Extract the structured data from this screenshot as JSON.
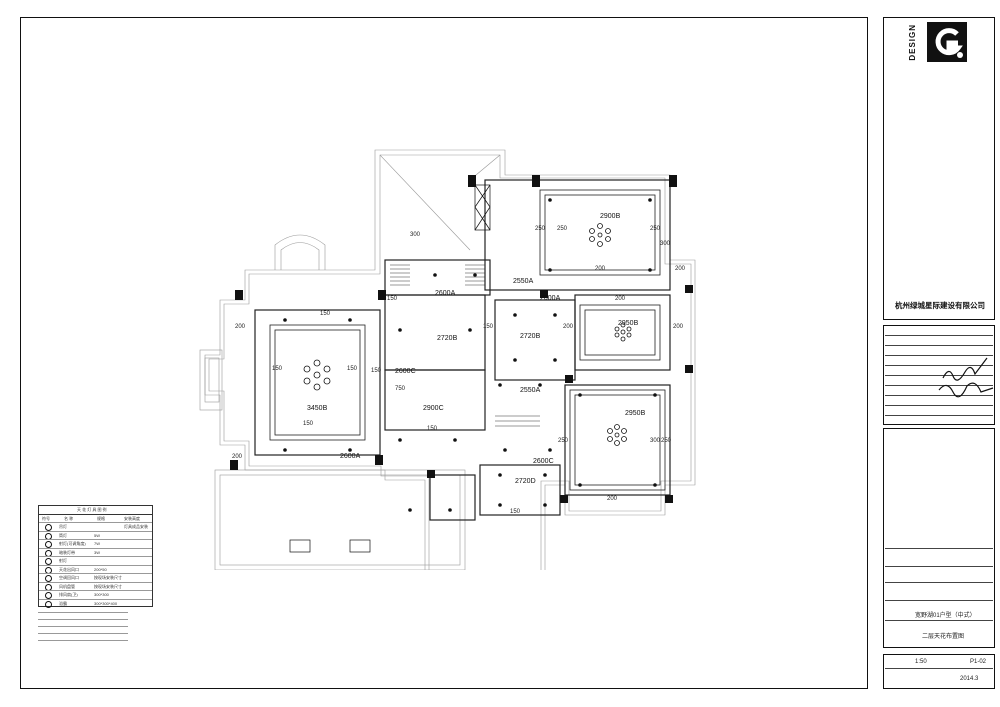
{
  "title_block": {
    "logo_text": "DESIGN",
    "company": "杭州绿城星际建设有限公司",
    "project_name": "宽野湖01户型（中式）",
    "drawing_name": "二层天花布置图",
    "scale": "1:50",
    "drawing_no": "P1-02",
    "date": "2014.3"
  },
  "legend": {
    "title": "天 花 灯 具 图 例",
    "headers": [
      "符号",
      "名 称",
      "规格",
      "安装高度"
    ],
    "rows": [
      [
        "吊灯",
        "",
        "灯具成品安装"
      ],
      [
        "筒灯",
        "5W",
        ""
      ],
      [
        "射灯(可调角度)",
        "7W",
        ""
      ],
      [
        "暗装灯带",
        "3W",
        ""
      ],
      [
        "射灯",
        "",
        ""
      ],
      [
        "天花出风口",
        "200*50",
        ""
      ],
      [
        "空调回风口",
        "按现场安装尺寸",
        ""
      ],
      [
        "风机盘管",
        "按现场安装尺寸",
        ""
      ],
      [
        "排风扇(卫)",
        "300*300",
        ""
      ],
      [
        "浴霸",
        "300*300*400",
        ""
      ]
    ]
  },
  "plan_labels": {
    "rooms": [
      "2900B",
      "2950B",
      "2950B",
      "2720B",
      "2720B",
      "3450B",
      "2600A",
      "2600A",
      "2600A",
      "2550A",
      "2550A",
      "2900C",
      "2600C",
      "2600C",
      "2720D"
    ],
    "dims": [
      "250",
      "250",
      "250",
      "300",
      "200",
      "200",
      "200",
      "200",
      "150",
      "150",
      "150",
      "200",
      "150",
      "200",
      "150",
      "750",
      "150",
      "250",
      "300",
      "250",
      "200",
      "150",
      "300",
      "200",
      "150",
      "150"
    ]
  }
}
